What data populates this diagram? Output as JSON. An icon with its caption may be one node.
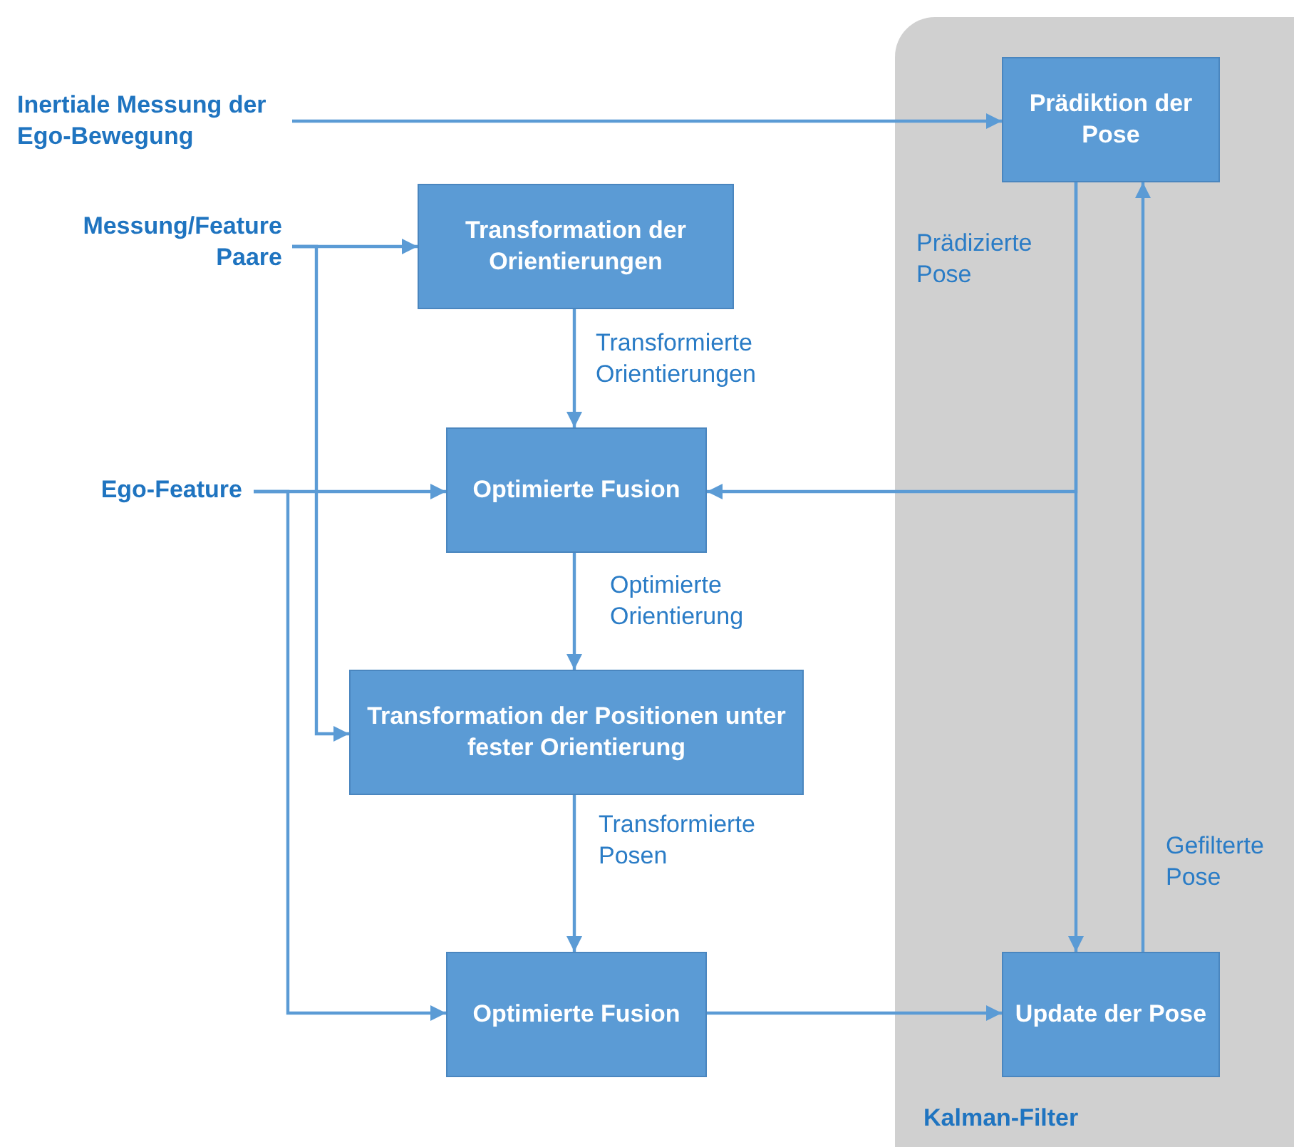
{
  "diagram": {
    "nodes": [
      {
        "text": [
          "Kalman-Filter"
        ]
      },
      {
        "text": [
          "Inertiale Messung der Ego-Bewegung"
        ]
      },
      {
        "text": [
          "Prädiktion der Pose"
        ],
        "in": 0
      },
      {
        "text": [
          "Messung/Feature Paare"
        ]
      },
      {
        "text": [
          "Transformation der Orientierungen"
        ]
      },
      {
        "text": [
          "Ego-Feature"
        ]
      },
      {
        "text": [
          "Optimierte Fusion"
        ]
      },
      {
        "text": [
          "Transformation der Positionen unter fester Orientierung"
        ]
      },
      {
        "text": [
          "Optimierte Fusion"
        ]
      },
      {
        "text": [
          "Update der Pose"
        ],
        "in": 0
      }
    ],
    "edges": [
      {
        "from": 1,
        "to": 2,
        "arrow": "to"
      },
      {
        "from": 3,
        "to": 4,
        "arrow": "to"
      },
      {
        "from": 3,
        "to": 7,
        "arrow": "to"
      },
      {
        "from": 4,
        "to": 6,
        "arrow": "to",
        "label": "Transformierte Orientierungen"
      },
      {
        "from": 5,
        "to": 6,
        "arrow": "to"
      },
      {
        "from": 5,
        "to": 8,
        "arrow": "to"
      },
      {
        "from": 6,
        "to": 7,
        "arrow": "to",
        "label": "Optimierte Orientierung"
      },
      {
        "from": 7,
        "to": 8,
        "arrow": "to",
        "label": "Transformierte Posen"
      },
      {
        "from": 8,
        "to": 9,
        "arrow": "to"
      },
      {
        "from": 2,
        "to": 9,
        "arrow": "to",
        "label": "Prädizierte Pose"
      },
      {
        "from": 2,
        "to": 6,
        "arrow": "to"
      },
      {
        "from": 9,
        "to": 2,
        "arrow": "to",
        "label": "Gefilterte Pose"
      }
    ]
  }
}
